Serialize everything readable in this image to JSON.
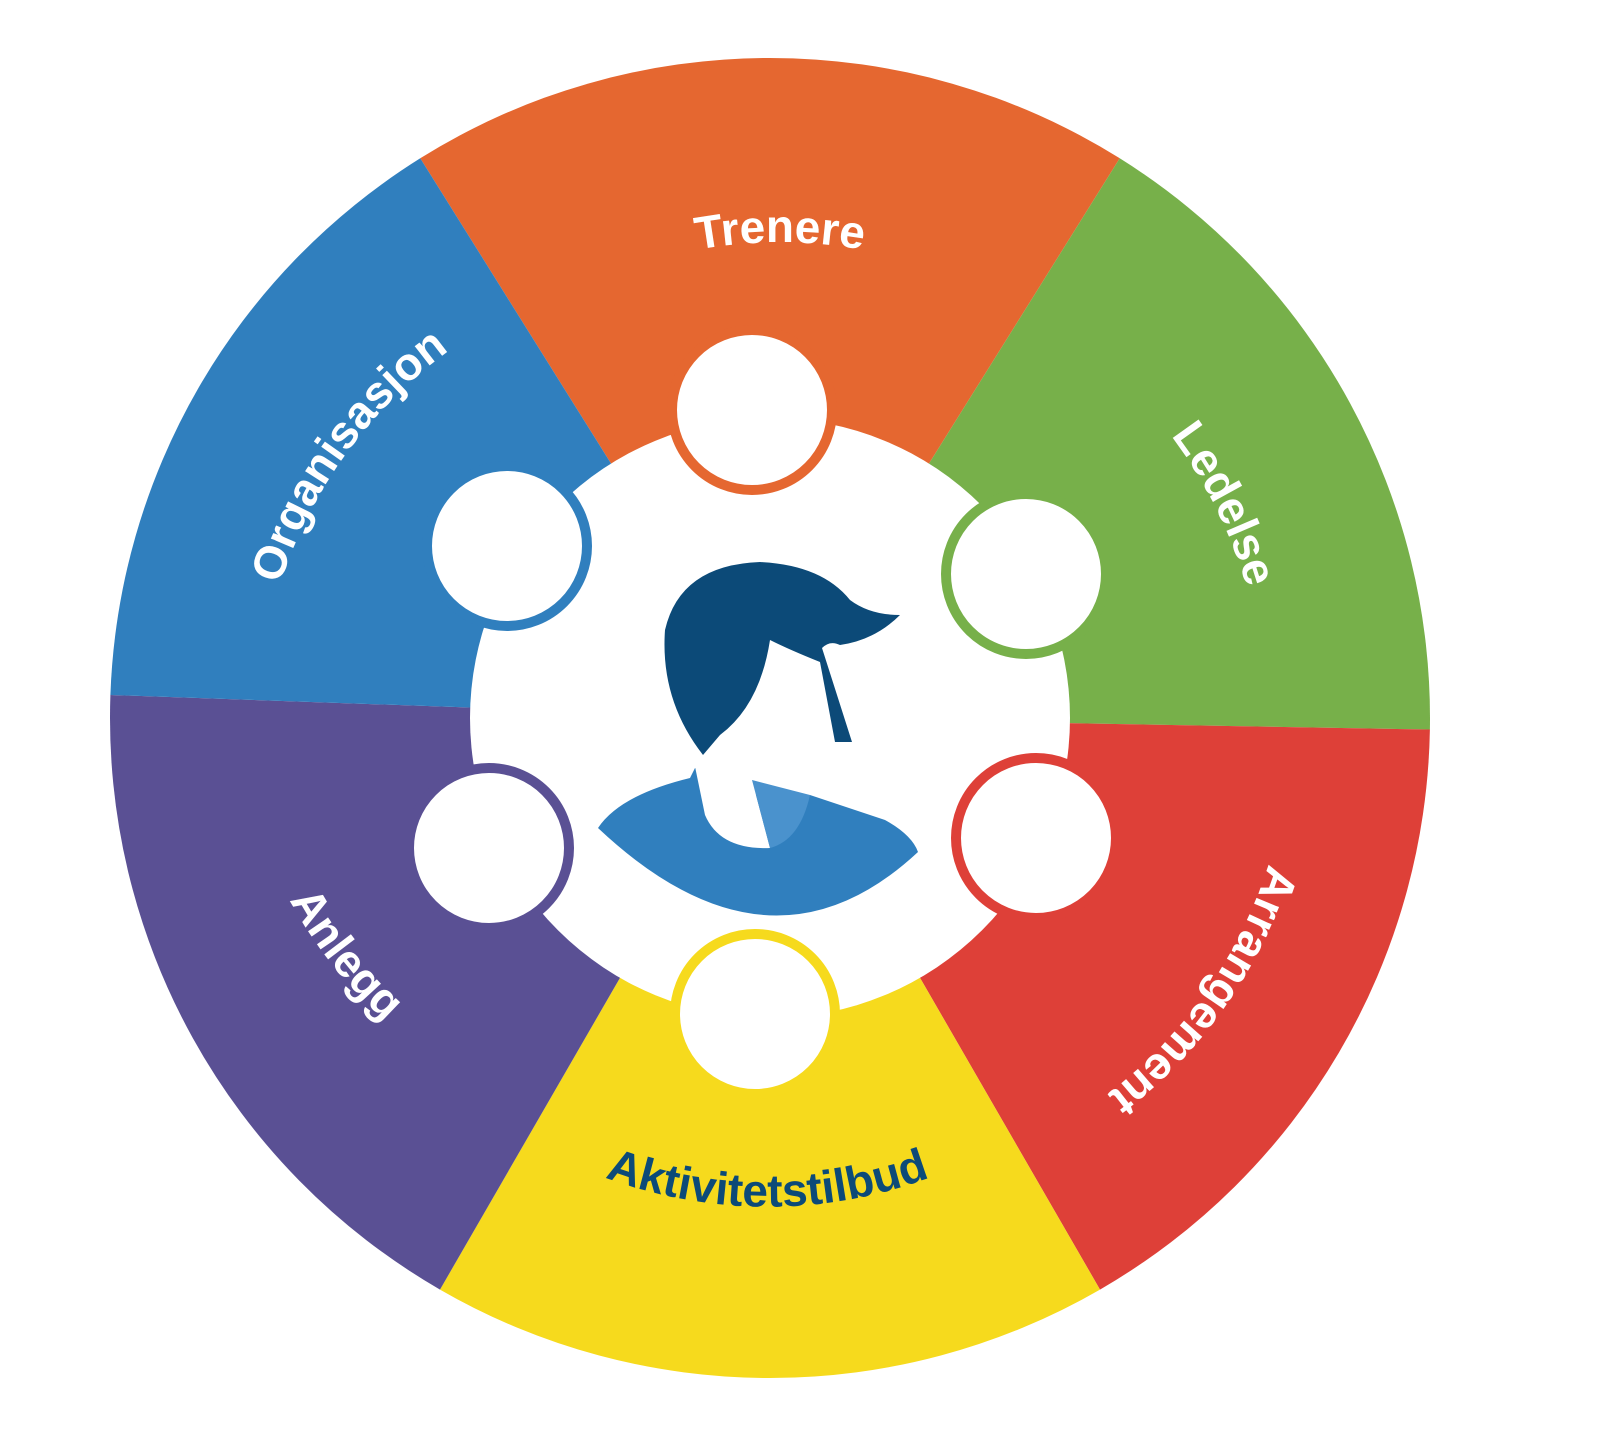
{
  "segments": [
    {
      "key": "trenere",
      "label": "Trenere",
      "color": "#E56730",
      "text_color": "#FFFFFF"
    },
    {
      "key": "ledelse",
      "label": "Ledelse",
      "color": "#77B04A",
      "text_color": "#FFFFFF"
    },
    {
      "key": "arrangement",
      "label": "Arrangement",
      "color": "#DE4038",
      "text_color": "#FFFFFF"
    },
    {
      "key": "aktivitetstilbud",
      "label": "Aktivitetstilbud",
      "color": "#F6DA1D",
      "text_color": "#0C4A78"
    },
    {
      "key": "anlegg",
      "label": "Anlegg",
      "color": "#5A5094",
      "text_color": "#FFFFFF"
    },
    {
      "key": "organisasjon",
      "label": "Organisasjon",
      "color": "#307FBE",
      "text_color": "#FFFFFF"
    }
  ],
  "center_person": {
    "hair_color": "#0C4A78",
    "shirt_color": "#307FBE",
    "icon": "person-avatar-icon"
  },
  "colors": {
    "hair": "#0C4A78",
    "background": "#FFFFFF"
  }
}
